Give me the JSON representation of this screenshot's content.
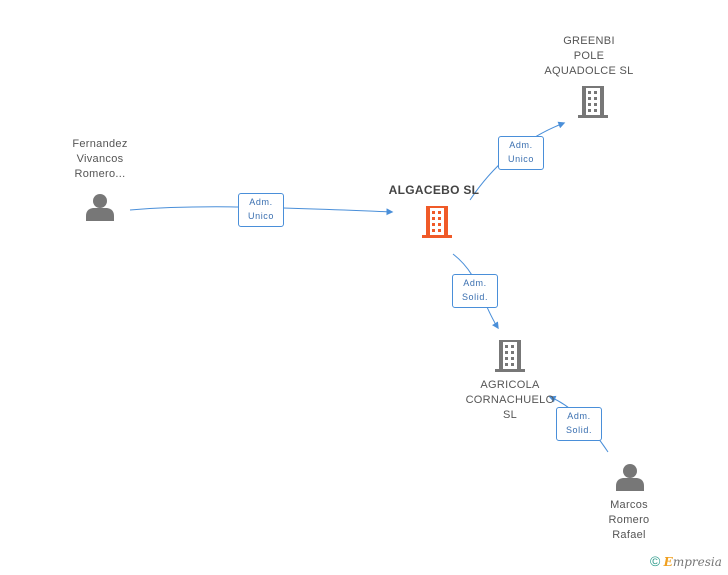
{
  "nodes": {
    "person_fernandez": {
      "label": "Fernandez\nVivancos\nRomero..."
    },
    "company_greenbi": {
      "label": "GREENBI\nPOLE\nAQUADOLCE SL"
    },
    "company_algacebo": {
      "label": "ALGACEBO SL"
    },
    "company_agricola": {
      "label": "AGRICOLA\nCORNACHUELO\nSL"
    },
    "person_marcos": {
      "label": "Marcos\nRomero\nRafael"
    }
  },
  "edges": {
    "fernandez_to_algacebo": {
      "label": "Adm.\nUnico"
    },
    "algacebo_to_greenbi": {
      "label": "Adm.\nUnico"
    },
    "algacebo_to_agricola": {
      "label": "Adm.\nSolid."
    },
    "marcos_to_agricola": {
      "label": "Adm.\nSolid."
    }
  },
  "colors": {
    "main_company": "#f05a28",
    "company": "#777777",
    "person": "#777777",
    "edge": "#4a8fd9"
  },
  "icons": {
    "company": "building-icon",
    "person": "person-icon"
  },
  "footer": {
    "copyright": "©",
    "brand_initial": "E",
    "brand_rest": "mpresia"
  }
}
